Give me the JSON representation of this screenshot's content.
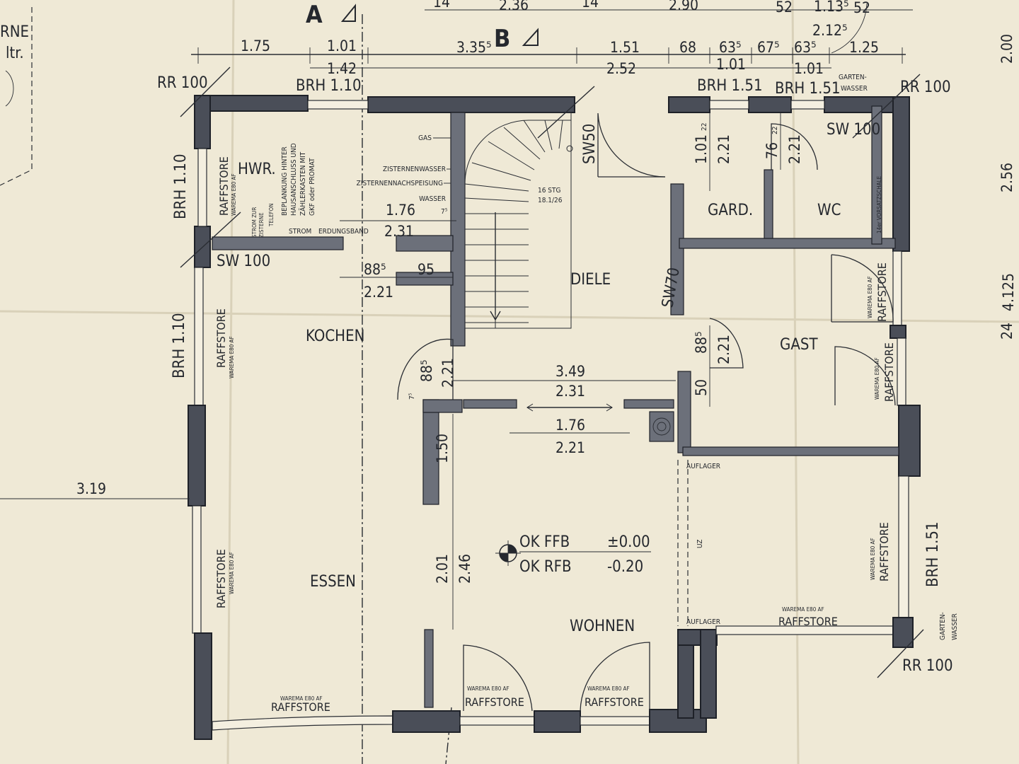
{
  "top_labels": {
    "section_a": "A",
    "section_b": "B",
    "top_row": [
      "14",
      "2.36",
      "14",
      "2.90",
      "52",
      "1.13⁵",
      "52",
      "2.12⁵"
    ],
    "row1": [
      "1.75",
      "1.01",
      "3.35⁵",
      "1.51",
      "68",
      "63⁵",
      "67⁵",
      "63⁵",
      "1.25"
    ],
    "row2": [
      "1.42",
      "2.52",
      "1.01",
      "1.01"
    ],
    "corner_left": [
      "RNE",
      "ltr."
    ],
    "right_edge": [
      "2.00",
      "2.56",
      "4.125",
      "24"
    ]
  },
  "rooms": {
    "hwr": "HWR.",
    "kochen": "KOCHEN",
    "diele": "DIELE",
    "gard": "GARD.",
    "wc": "WC",
    "gast": "GAST",
    "essen": "ESSEN",
    "wohnen": "WOHNEN"
  },
  "labels": {
    "rr100_tl": "RR 100",
    "rr100_tr": "RR 100",
    "rr100_br": "RR 100",
    "brh_top_left": "BRH  1.10",
    "brh_top_mid": "BRH  1.51",
    "brh_top_right": "BRH  1.51",
    "garten_wasser_top": [
      "GARTEN-",
      "WASSER"
    ],
    "sw100_top": "SW 100",
    "sw100_left": "SW 100",
    "sw50": "SW50",
    "sw70": "SW70",
    "brh_left_1": "BRH  1.10",
    "brh_left_2": "BRH  1.10",
    "brh_right": "BRH  1.51",
    "garten_wasser_right": [
      "GARTEN-",
      "WASSER"
    ],
    "stairs": [
      "16 STG",
      "18.1/26"
    ],
    "vorsatzschale": "14er VORSATZSCHALE",
    "auflager_1": "AUFLAGER",
    "auflager_2": "AUFLAGER",
    "uz": "UZ",
    "ok_ffb": "OK  FFB",
    "ok_ffb_val": "±0.00",
    "ok_rfb": "OK  RFB",
    "ok_rfb_val": "-0.20"
  },
  "utilities": [
    "GAS",
    "ZISTERNENWASSER",
    "ZISTERNENNACHSPEISUNG",
    "WASSER"
  ],
  "hwr_notes": [
    "BEPLANKUNG HINTER",
    "HAUSANSCHLUSS UND",
    "ZÄHLERKASTEN MIT",
    "GKF oder PROMAT"
  ],
  "hwr_items": [
    "STROM ZUR",
    "ZISTERNE",
    "TELEFON",
    "STROM",
    "ERDUNGSBAND"
  ],
  "raffstore": {
    "label": "RAFFSTORE",
    "brand": "WAREMA E80 AF"
  },
  "dims": {
    "hwr_1": "1.76",
    "hwr_2": "7⁵",
    "hwr_3": "2.31",
    "hwr_4": "88⁵",
    "hwr_5": "95",
    "hwr_6": "2.21",
    "gard_1": "1.01",
    "gard_2": "22",
    "gard_3": "2.21",
    "wc_1": "76",
    "wc_2": "22",
    "wc_3": "2.21",
    "gast_1": "88⁵",
    "gast_2": "2.21",
    "gast_3": "50",
    "mid_1": "3.49",
    "mid_2": "2.31",
    "mid_3": "1.76",
    "mid_4": "2.21",
    "kd_1": "7⁵",
    "kd_2": "88⁵",
    "kd_3": "2.21",
    "vert_1": "1.50",
    "vert_2": "2.01",
    "vert_3": "2.46",
    "left_ext": "3.19"
  }
}
